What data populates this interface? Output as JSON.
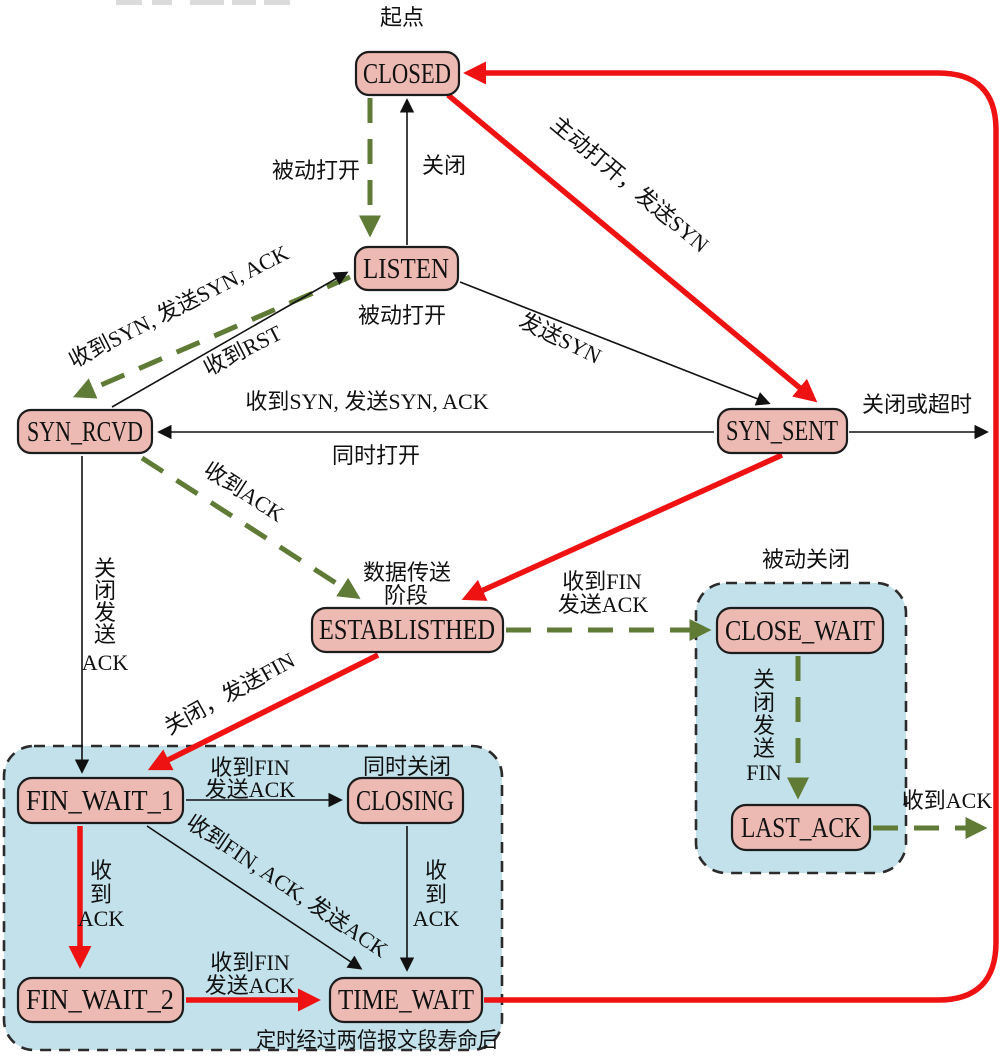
{
  "colors": {
    "state_fill": "#ecbab3",
    "state_border": "#1c1c1c",
    "group_fill": "#c2e1ea",
    "green_dashed_edge": "#5f7b35",
    "red_edge": "#ee1212",
    "black_edge": "#111111",
    "text": "#111111"
  },
  "notes": {
    "start": "起点",
    "passive_open_below_listen": "被动打开",
    "data_transfer_line1": "数据传送",
    "data_transfer_line2": "阶段",
    "passive_close": "被动关闭",
    "simultaneous_close": "同时关闭",
    "timer": "定时经过两倍报文段寿命后"
  },
  "states": {
    "closed": "CLOSED",
    "listen": "LISTEN",
    "syn_rcvd": "SYN_RCVD",
    "syn_sent": "SYN_SENT",
    "established": "ESTABLISTHED",
    "close_wait": "CLOSE_WAIT",
    "last_ack": "LAST_ACK",
    "fin_wait_1": "FIN_WAIT_1",
    "closing": "CLOSING",
    "fin_wait_2": "FIN_WAIT_2",
    "time_wait": "TIME_WAIT"
  },
  "transitions": {
    "closed_to_listen": "被动打开",
    "listen_to_closed": "关闭",
    "closed_to_synsent": "主动打开，发送SYN",
    "listen_to_synsent": "发送SYN",
    "listen_to_synrcvd": "收到SYN, 发送SYN, ACK",
    "synrcvd_to_listen": "收到RST",
    "synsent_to_synrcvd": "收到SYN, 发送SYN, ACK",
    "synsent_to_synrcvd_sub": "同时打开",
    "synsent_out": "关闭或超时",
    "synrcvd_to_established": "收到ACK",
    "established_to_closewait": {
      "line1": "收到FIN",
      "line2": "发送ACK"
    },
    "closewait_to_lastack": {
      "chars": [
        "关",
        "闭",
        "发",
        "送",
        "FIN"
      ]
    },
    "lastack_to_closed": "收到ACK",
    "synrcvd_to_finwait1": {
      "chars": [
        "关",
        "闭",
        "发",
        "送",
        "ACK"
      ]
    },
    "established_to_finwait1": "关闭，发送FIN",
    "finwait1_to_closing": {
      "line1": "收到FIN",
      "line2": "发送ACK"
    },
    "finwait1_to_finwait2": {
      "chars": [
        "收",
        "到",
        "ACK"
      ]
    },
    "finwait1_to_timewait": "收到FIN, ACK, 发送ACK",
    "closing_to_timewait": {
      "chars": [
        "收",
        "到",
        "ACK"
      ]
    },
    "finwait2_to_timewait": {
      "line1": "收到FIN",
      "line2": "发送ACK"
    }
  }
}
